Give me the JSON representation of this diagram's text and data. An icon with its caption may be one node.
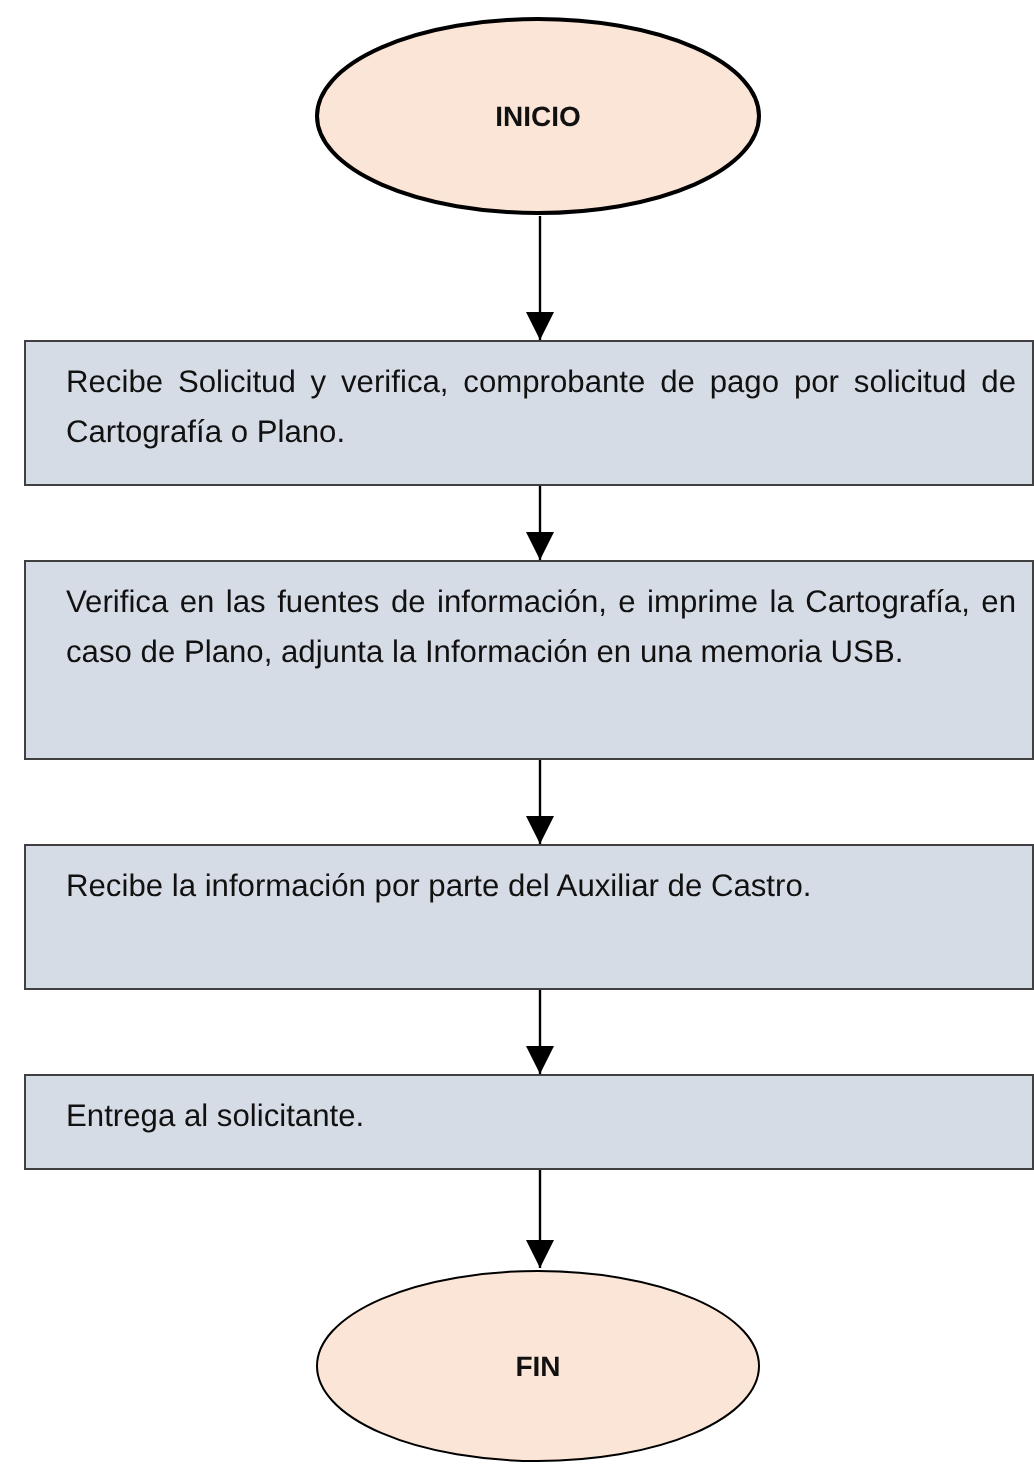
{
  "diagram": {
    "nodes": [
      {
        "text": [
          "INICIO"
        ]
      },
      {
        "text": [
          "Recibe Solicitud y verifica, comprobante de pago por solicitud de Cartografía o Plano."
        ]
      },
      {
        "text": [
          "Verifica en las fuentes de información, e imprime la Cartografía, en caso de Plano, adjunta la Información en una memoria USB."
        ]
      },
      {
        "text": [
          "Recibe la información por parte del Auxiliar de Castro."
        ]
      },
      {
        "text": [
          "Entrega al solicitante."
        ]
      },
      {
        "text": [
          "FIN"
        ]
      }
    ],
    "edges": [
      {
        "from": 0,
        "to": 1,
        "arrow": "to"
      },
      {
        "from": 1,
        "to": 2,
        "arrow": "to"
      },
      {
        "from": 2,
        "to": 3,
        "arrow": "to"
      },
      {
        "from": 3,
        "to": 4,
        "arrow": "to"
      },
      {
        "from": 4,
        "to": 5,
        "arrow": "to"
      }
    ]
  }
}
